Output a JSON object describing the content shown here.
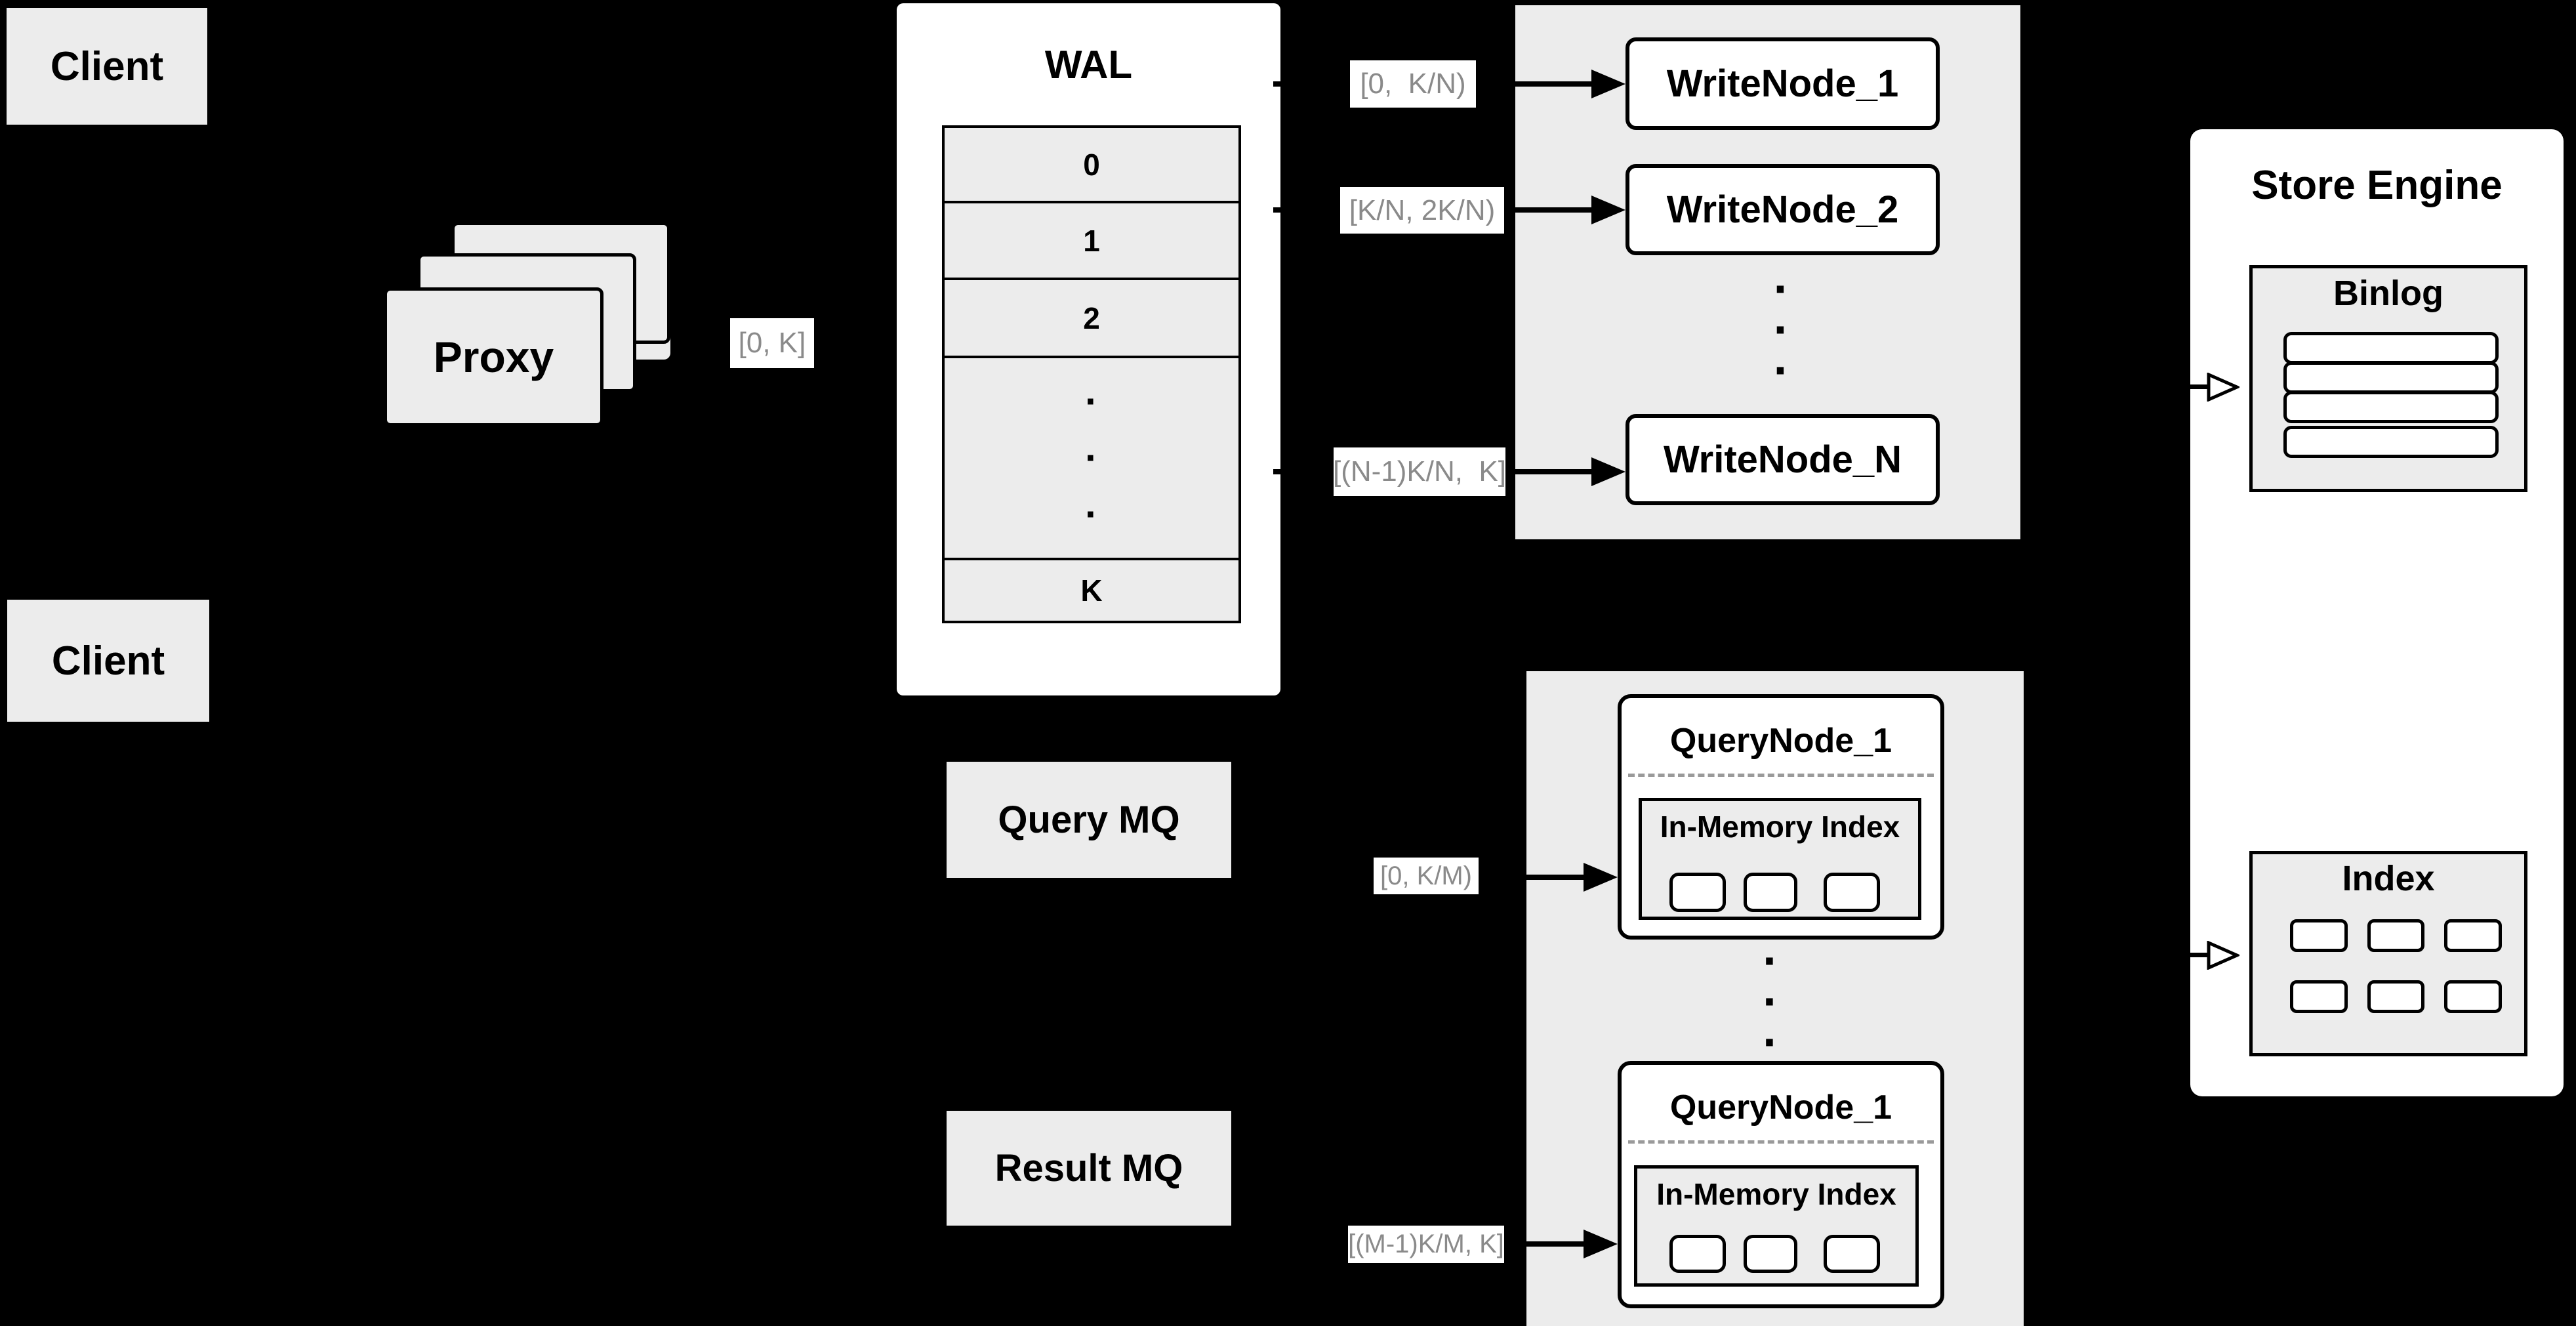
{
  "colors": {
    "background": "#000000",
    "box_fill": "#ececec",
    "node_fill": "#ffffff",
    "border": "#000000",
    "range_label_text": "#8a8a8a"
  },
  "client_top": {
    "label": "Client"
  },
  "client_bottom": {
    "label": "Client"
  },
  "proxy": {
    "label": "Proxy"
  },
  "proxy_to_wal_label": "[0, K]",
  "wal": {
    "title": "WAL",
    "row0": "0",
    "row1": "1",
    "row2": "2",
    "rowK": "K"
  },
  "dots_char": "·",
  "write_group": {
    "label1": "[0,  K/N)",
    "label2": "[K/N, 2K/N)",
    "labelN": "[(N-1)K/N,  K]",
    "node1": "WriteNode_1",
    "node2": "WriteNode_2",
    "nodeN": "WriteNode_N"
  },
  "store_engine": {
    "title": "Store Engine",
    "binlog_title": "Binlog",
    "index_title": "Index"
  },
  "mq": {
    "query": "Query MQ",
    "result": "Result MQ"
  },
  "query_group": {
    "label1": "[0, K/M)",
    "label2": "[(M-1)K/M, K]",
    "node1_title": "QueryNode_1",
    "node2_title": "QueryNode_1",
    "in_memory_title": "In-Memory Index"
  }
}
